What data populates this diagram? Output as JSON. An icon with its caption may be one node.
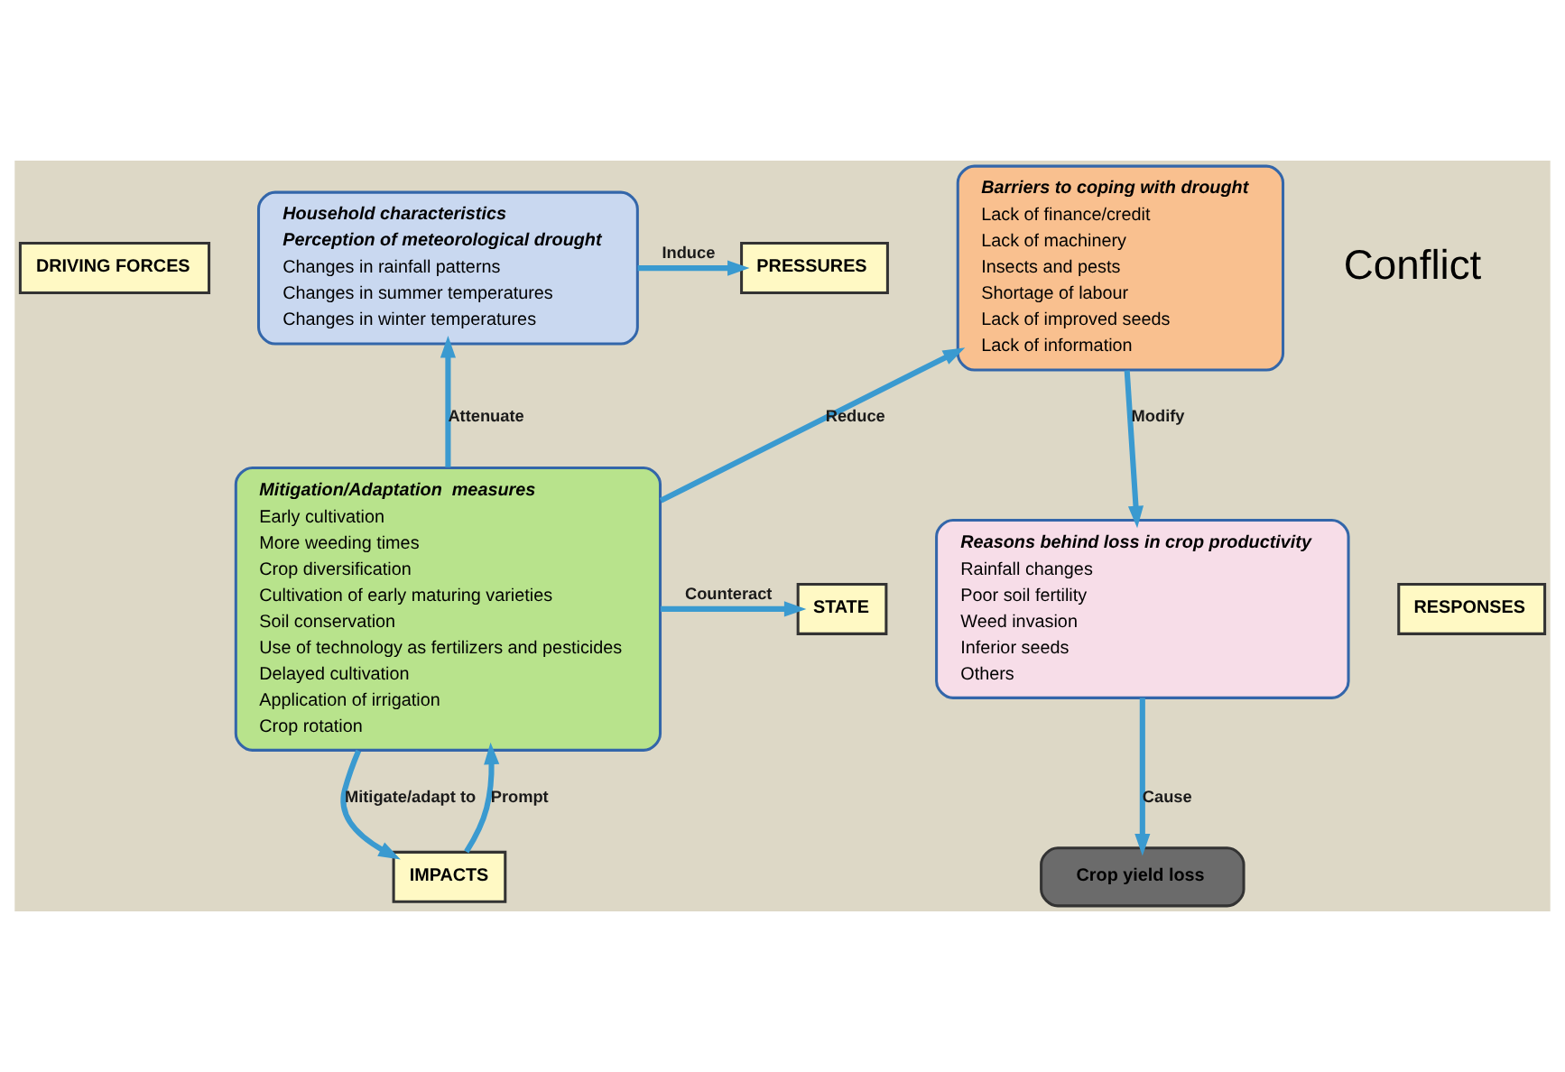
{
  "diagram": {
    "nodes": [
      {
        "text": [
          "DRIVING FORCES"
        ]
      },
      {
        "text": [
          "Household characteristics",
          "Perception of meteorological drought",
          "Changes in rainfall patterns",
          "Changes in summer temperatures",
          "Changes in winter temperatures"
        ]
      },
      {
        "text": [
          "PRESSURES"
        ]
      },
      {
        "text": [
          "Barriers to coping with drought",
          "Lack of finance/credit",
          "Lack of machinery",
          "Insects and pests",
          "Shortage of labour",
          "Lack of improved seeds",
          "Lack of information"
        ]
      },
      {
        "text": [
          "RESPONSES"
        ]
      },
      {
        "text": [
          "Mitigation/Adaptation  measures",
          "Early cultivation",
          "More weeding times",
          "Crop diversification",
          "Cultivation of early maturing varieties",
          "Soil conservation",
          "Use of technology as fertilizers and pesticides",
          "Delayed cultivation",
          "Application of irrigation",
          "Crop rotation"
        ]
      },
      {
        "text": [
          "STATE"
        ]
      },
      {
        "text": [
          "Reasons behind loss in crop productivity",
          "Rainfall changes",
          "Poor soil fertility",
          "Weed invasion",
          "Inferior seeds",
          "Others"
        ]
      },
      {
        "text": [
          "IMPACTS"
        ]
      },
      {
        "text": [
          "Crop yield loss"
        ]
      }
    ],
    "edges": [
      {
        "from": 1,
        "to": 2,
        "arrow": "to",
        "label": "Induce"
      },
      {
        "from": 3,
        "to": 7,
        "arrow": "to",
        "label": "Modify"
      },
      {
        "from": 7,
        "to": 9,
        "arrow": "to",
        "label": "Cause"
      },
      {
        "from": 8,
        "to": 5,
        "arrow": "to",
        "label": "Prompt"
      },
      {
        "from": 5,
        "to": 8,
        "arrow": "to",
        "label": "Mitigate/adapt to"
      },
      {
        "from": 5,
        "to": 6,
        "arrow": "to",
        "label": "Counteract"
      },
      {
        "from": 5,
        "to": 3,
        "arrow": "to",
        "label": "Reduce"
      },
      {
        "from": 5,
        "to": 1,
        "arrow": "to",
        "label": "Attenuate"
      }
    ],
    "labels": [
      "Conflict"
    ]
  }
}
